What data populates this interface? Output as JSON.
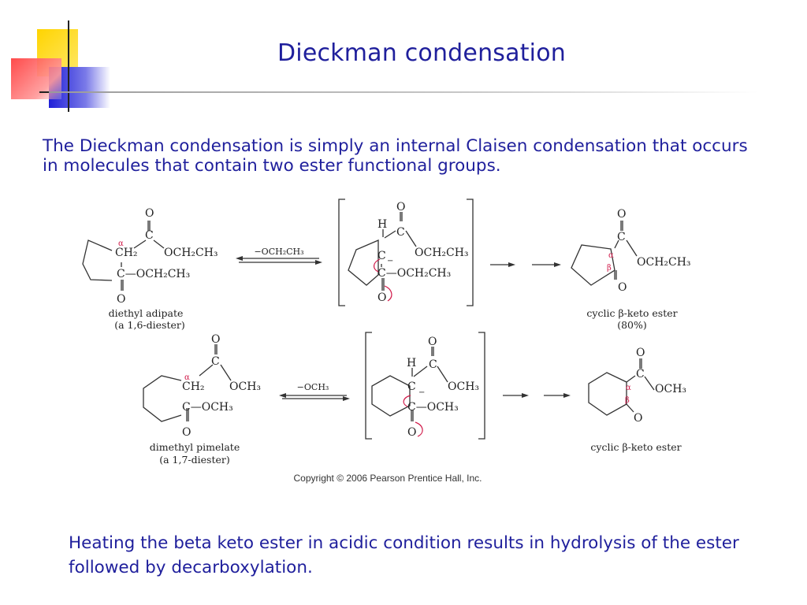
{
  "slide": {
    "title": "Dieckman condensation",
    "intro": "The Dieckman condensation is simply an internal Claisen condensation that occurs in molecules that contain two ester functional groups.",
    "closing": "Heating the beta keto ester in acidic condition results in hydrolysis of the ester followed by decarboxylation."
  },
  "figure": {
    "row1": {
      "reactant_name": "diethyl adipate",
      "reactant_note": "(a 1,6-diester)",
      "reagent": "−OCH₂CH₃",
      "product_name": "cyclic β-keto ester",
      "product_yield": "(80%)"
    },
    "row2": {
      "reactant_name": "dimethyl pimelate",
      "reactant_note": "(a 1,7-diester)",
      "reagent": "−OCH₃",
      "product_name": "cyclic β-keto ester"
    },
    "labels": {
      "O": "O",
      "C": "C",
      "H": "H",
      "alpha": "α",
      "beta": "β",
      "ch2": "CH₂",
      "och2ch3": "OCH₂CH₃",
      "c_och2ch3": "C—OCH₂CH₃",
      "och3": "OCH₃",
      "c_och3": "C—OCH₃",
      "minus": "−"
    },
    "copyright": "Copyright © 2006 Pearson Prentice Hall, Inc."
  }
}
